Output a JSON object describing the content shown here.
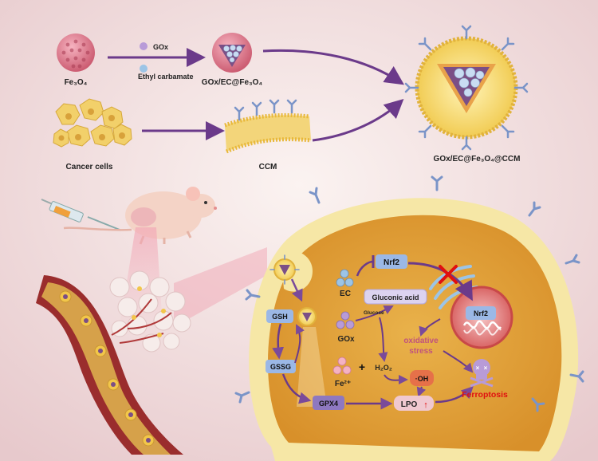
{
  "synthesis": {
    "fe3o4": "Fe₃O₄",
    "gox": "GOx",
    "ec": "Ethyl carbamate",
    "gox_ec_fe3o4": "GOx/EC@Fe₃O₄",
    "cancer_cells": "Cancer cells",
    "ccm": "CCM",
    "final": "GOx/EC@Fe₃O₄@CCM"
  },
  "pathway": {
    "nrf2": "Nrf2",
    "ec": "EC",
    "gluconic_acid": "Gluconic acid",
    "glucose": "Glucose",
    "gox": "GOx",
    "gsh": "GSH",
    "gssg": "GSSG",
    "fe2": "Fe²⁺",
    "plus": "+",
    "h2o2": "H₂O₂",
    "oh": "·OH",
    "oxidative_stress": "oxidative\nstress",
    "oxidative_line1": "oxidative",
    "oxidative_line2": "stress",
    "nrf2_nucleus": "Nrf2",
    "ferroptosis": "Ferroptosis",
    "gpx4": "GPX4",
    "lpo": "LPO"
  },
  "colors": {
    "cell_fill": "#e3a436",
    "cell_rim": "#f5e7a0",
    "arrow": "#6b3a8a",
    "ferroptosis": "#e01010",
    "label_box": "#9bb8e6"
  }
}
